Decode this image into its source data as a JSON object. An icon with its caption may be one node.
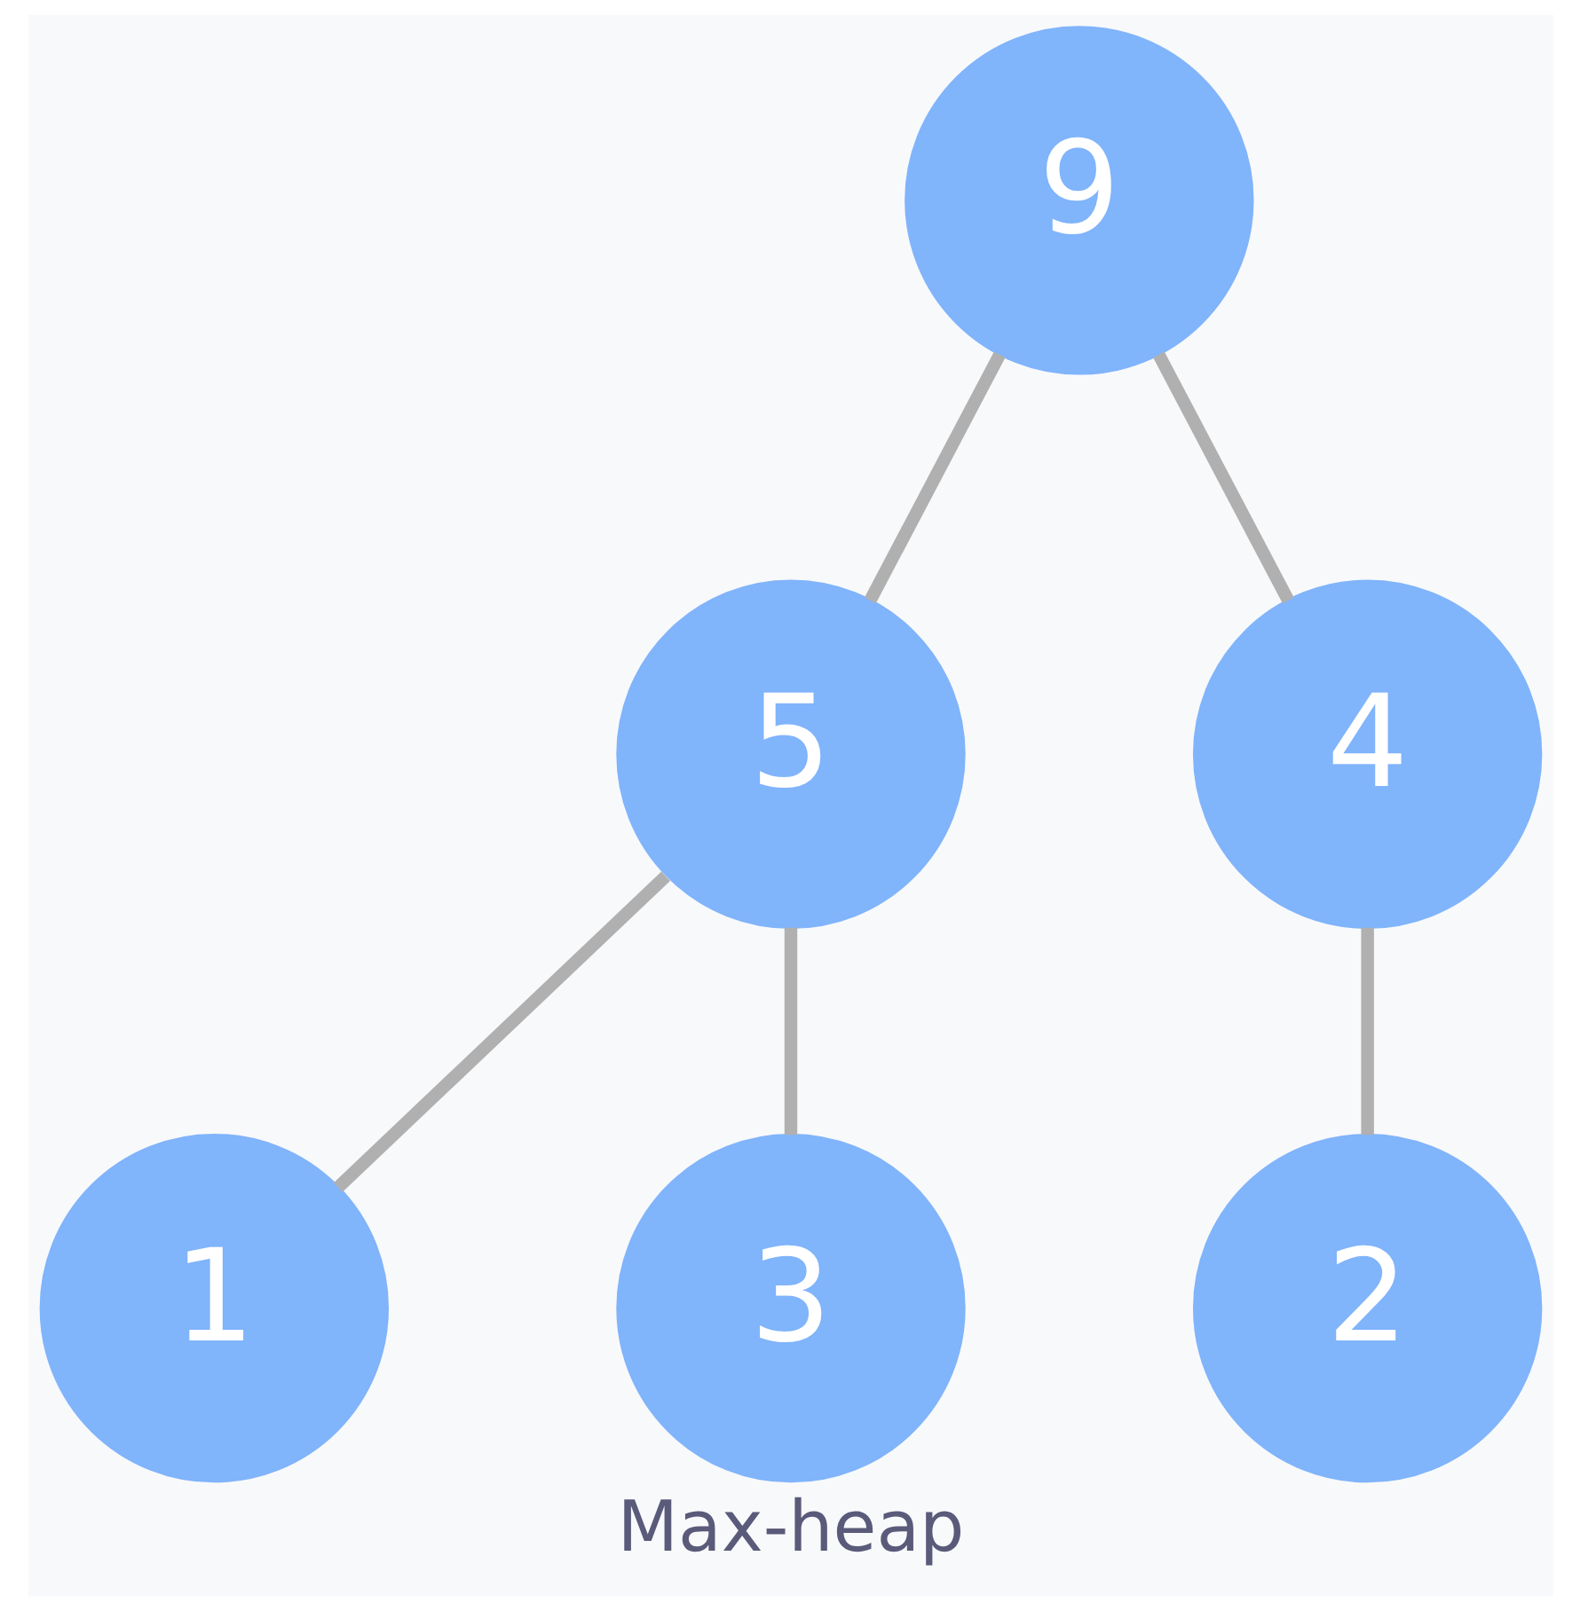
{
  "diagram": {
    "caption": "Max-heap",
    "nodes": [
      {
        "text": [
          "9"
        ]
      },
      {
        "text": [
          "5"
        ]
      },
      {
        "text": [
          "4"
        ]
      },
      {
        "text": [
          "1"
        ]
      },
      {
        "text": [
          "3"
        ]
      },
      {
        "text": [
          "2"
        ]
      }
    ],
    "edges": [
      {
        "from": 0,
        "to": 1,
        "arrow": "none"
      },
      {
        "from": 0,
        "to": 2,
        "arrow": "none"
      },
      {
        "from": 1,
        "to": 3,
        "arrow": "none"
      },
      {
        "from": 1,
        "to": 4,
        "arrow": "none"
      },
      {
        "from": 2,
        "to": 5,
        "arrow": "none"
      }
    ]
  }
}
